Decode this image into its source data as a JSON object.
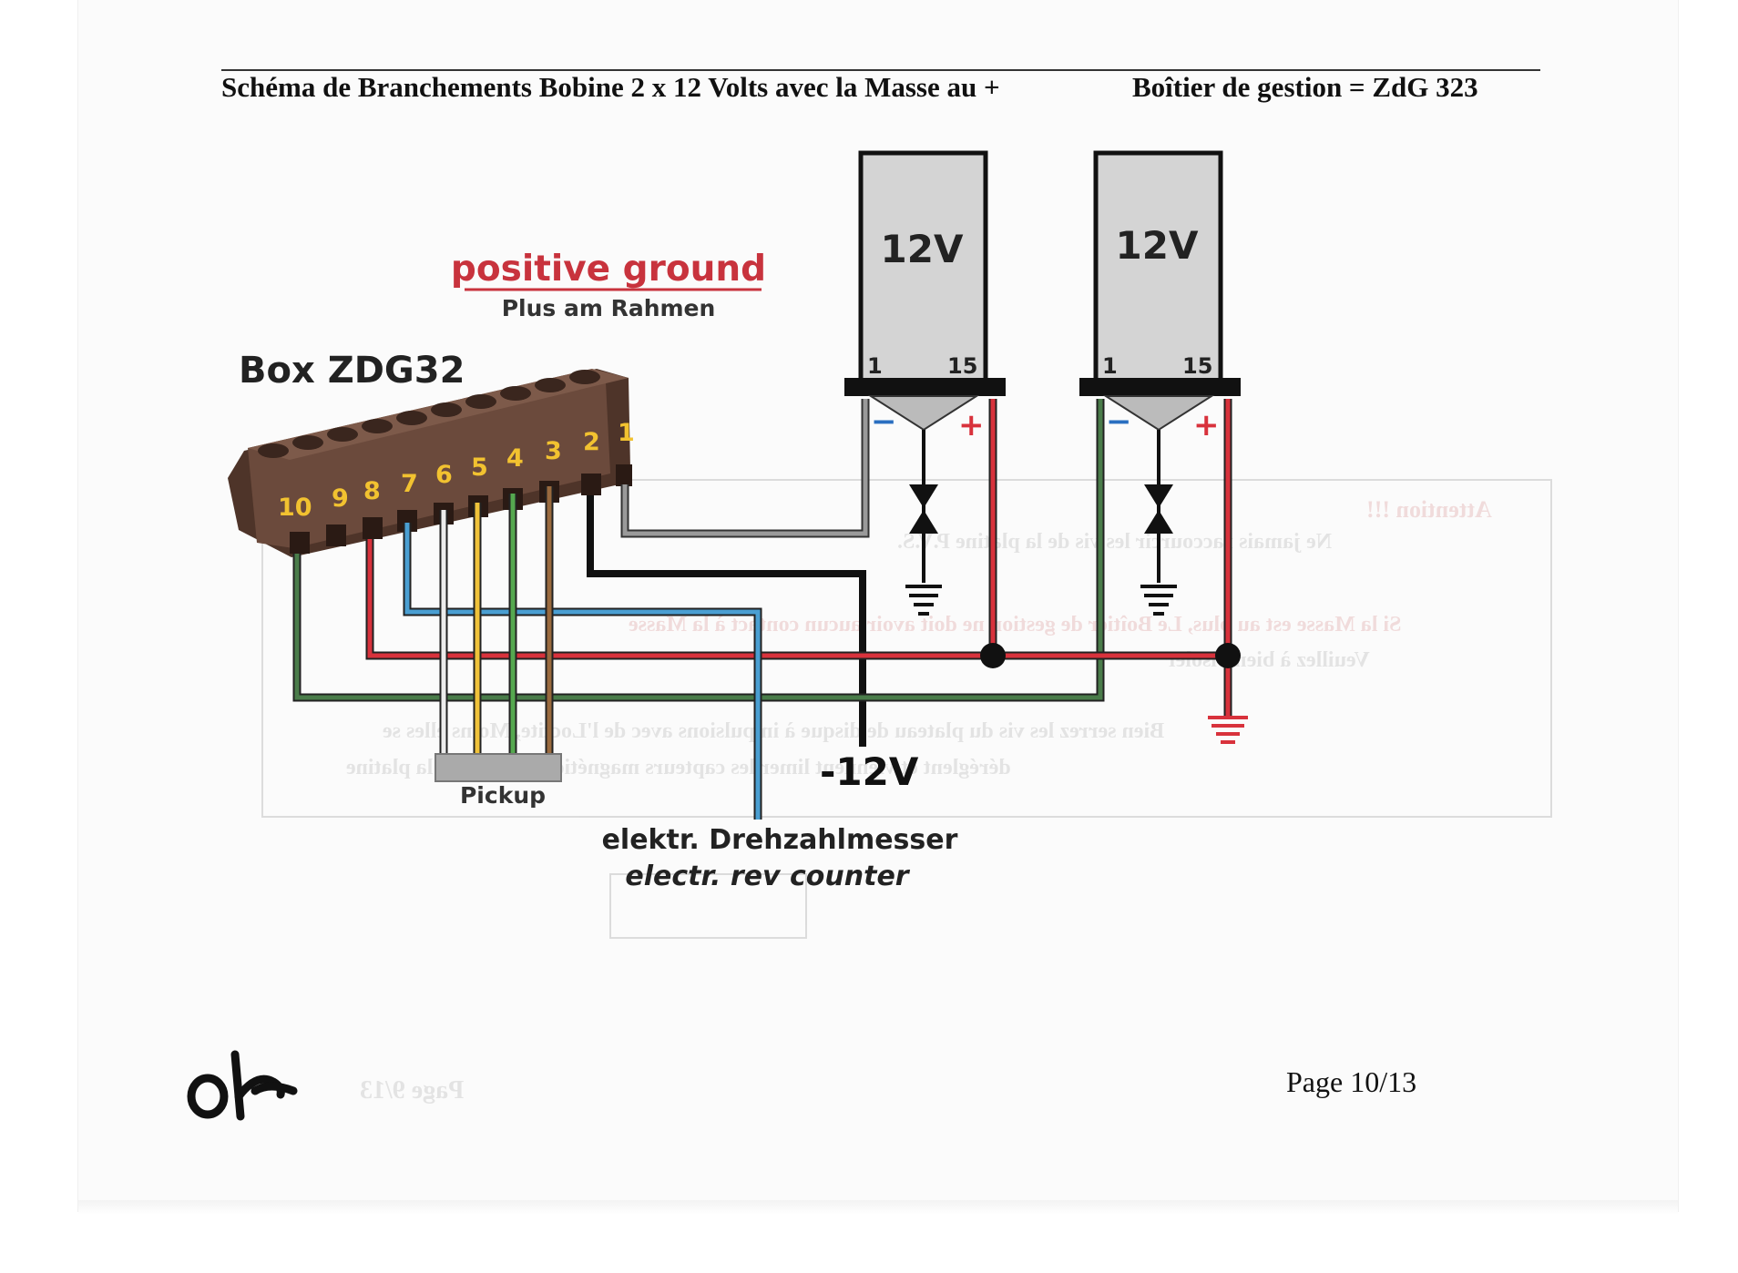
{
  "header": {
    "title_left": "Schéma de Branchements Bobine 2 x 12 Volts avec la Masse au +",
    "title_right": "Boîtier de gestion = ZdG 323"
  },
  "diagram": {
    "ground_title": "positive ground",
    "ground_subtitle": "Plus am Rahmen",
    "box_label": "Box ZDG32",
    "terminal_numbers": [
      "10",
      "9",
      "8",
      "7",
      "6",
      "5",
      "4",
      "3",
      "2",
      "1"
    ],
    "coil_left": {
      "voltage": "12V",
      "pin_1": "1",
      "pin_15": "15",
      "minus": "−",
      "plus": "+"
    },
    "coil_right": {
      "voltage": "12V",
      "pin_1": "1",
      "pin_15": "15",
      "minus": "−",
      "plus": "+"
    },
    "pickup_label": "Pickup",
    "supply_label": "-12V",
    "rev_counter_de": "elektr. Drehzahlmesser",
    "rev_counter_en": "electr. rev counter"
  },
  "bleed_through": {
    "attention": "Attention !!!",
    "line1": "Ne jamais raccourcir les vis de la platine P.V.S.",
    "line2": "Si la Masse est au plus, Le Boîtier de gestion ne doit avoir aucun contact à la Masse",
    "line3": "Veuillez à bien l'isoler",
    "line4": "Bien serrez les vis du plateau de disque à impulsions avec de l'Loctite, Moins elles se",
    "line5": "déréglent et viennent limer les capteurs magnétiques fixés sur la platine",
    "page": "Page 9/13"
  },
  "handwriting": "ok",
  "footer": {
    "page": "Page 10/13"
  },
  "colors": {
    "wire_green": "#4a7c4a",
    "wire_red": "#d8323c",
    "wire_blue": "#4a9fd2",
    "wire_yellow": "#f0c23a",
    "wire_white": "#e8e8e8",
    "wire_brown": "#9a6a3e",
    "wire_black": "#111111",
    "wire_grey": "#9a9a9a",
    "ground_red": "#d8323c",
    "terminal_block": "#5f4236",
    "coil_body": "#d4d4d4"
  }
}
